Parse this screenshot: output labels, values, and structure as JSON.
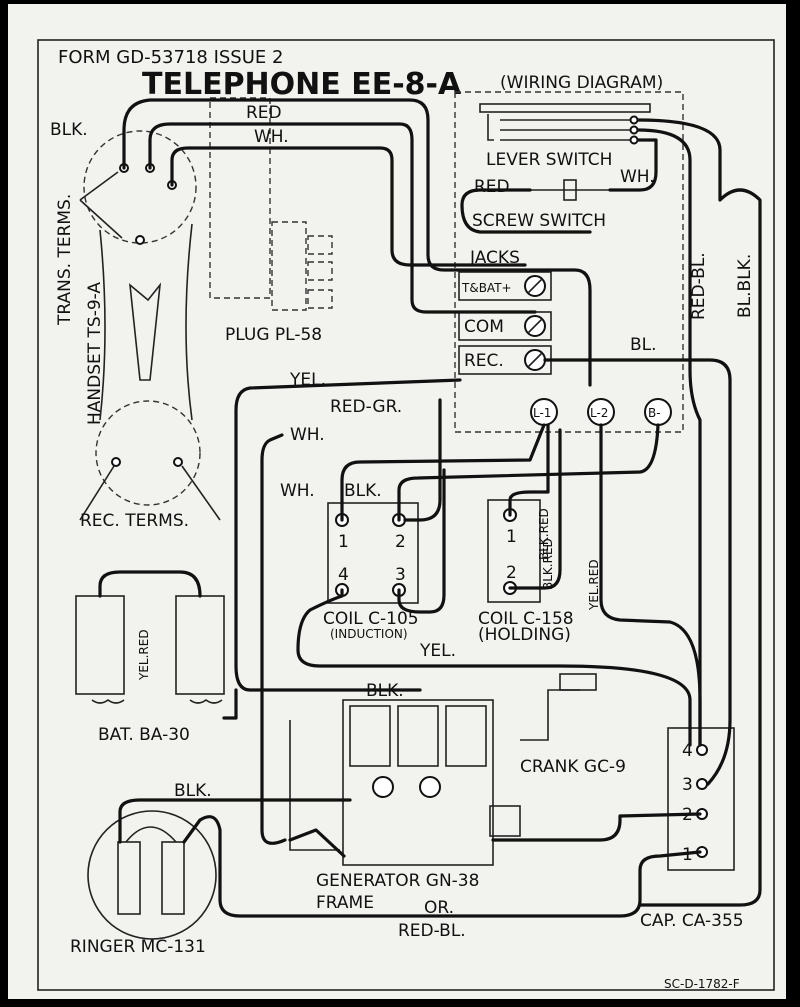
{
  "header": {
    "form": "FORM GD-53718 ISSUE 2",
    "title": "TELEPHONE EE-8-A",
    "subtitle": "(WIRING DIAGRAM)"
  },
  "footer_code": "SC-D-1782-F",
  "components": {
    "handset": "HANDSET TS-9-A",
    "trans_terms": "TRANS. TERMS.",
    "rec_terms": "REC. TERMS.",
    "plug": "PLUG PL-58",
    "lever_switch": "LEVER SWITCH",
    "screw_switch": "SCREW SWITCH",
    "jacks": "JACKS",
    "jack_tbat": "T&BAT+",
    "jack_com": "COM",
    "jack_rec": "REC.",
    "coil_105": "COIL C-105",
    "coil_105_sub": "(INDUCTION)",
    "coil_158": "COIL C-158",
    "coil_158_sub": "(HOLDING)",
    "battery": "BAT. BA-30",
    "crank": "CRANK GC-9",
    "generator": "GENERATOR GN-38",
    "frame": "FRAME",
    "ringer": "RINGER MC-131",
    "capacitor": "CAP. CA-355"
  },
  "terminals": {
    "l1": "L-1",
    "l2": "L-2",
    "bminus": "B-",
    "c105_1": "1",
    "c105_2": "2",
    "c105_3": "3",
    "c105_4": "4",
    "c158_1": "1",
    "c158_2": "2",
    "cap_1": "1",
    "cap_2": "2",
    "cap_3": "3",
    "cap_4": "4"
  },
  "wire_labels": {
    "blk_top": "BLK.",
    "red_top": "RED",
    "wh_top": "WH.",
    "red_lever": "RED",
    "wh_lever": "WH.",
    "red_bl": "RED-BL.",
    "bl_blk": "BL.BLK.",
    "bl": "BL.",
    "yel": "YEL.",
    "red_gr": "RED-GR.",
    "wh_mid": "WH.",
    "wh_coil": "WH.",
    "blk_coil": "BLK.",
    "blk_red": "BLK.RED",
    "blk_red2": "BLK.RED",
    "yel_red_right": "YEL.RED",
    "yel_red_bat": "YEL.RED",
    "yel_lower": "YEL.",
    "blk_gen": "BLK.",
    "blk_ringer": "BLK.",
    "or": "OR.",
    "red_bl_bottom": "RED-BL."
  }
}
